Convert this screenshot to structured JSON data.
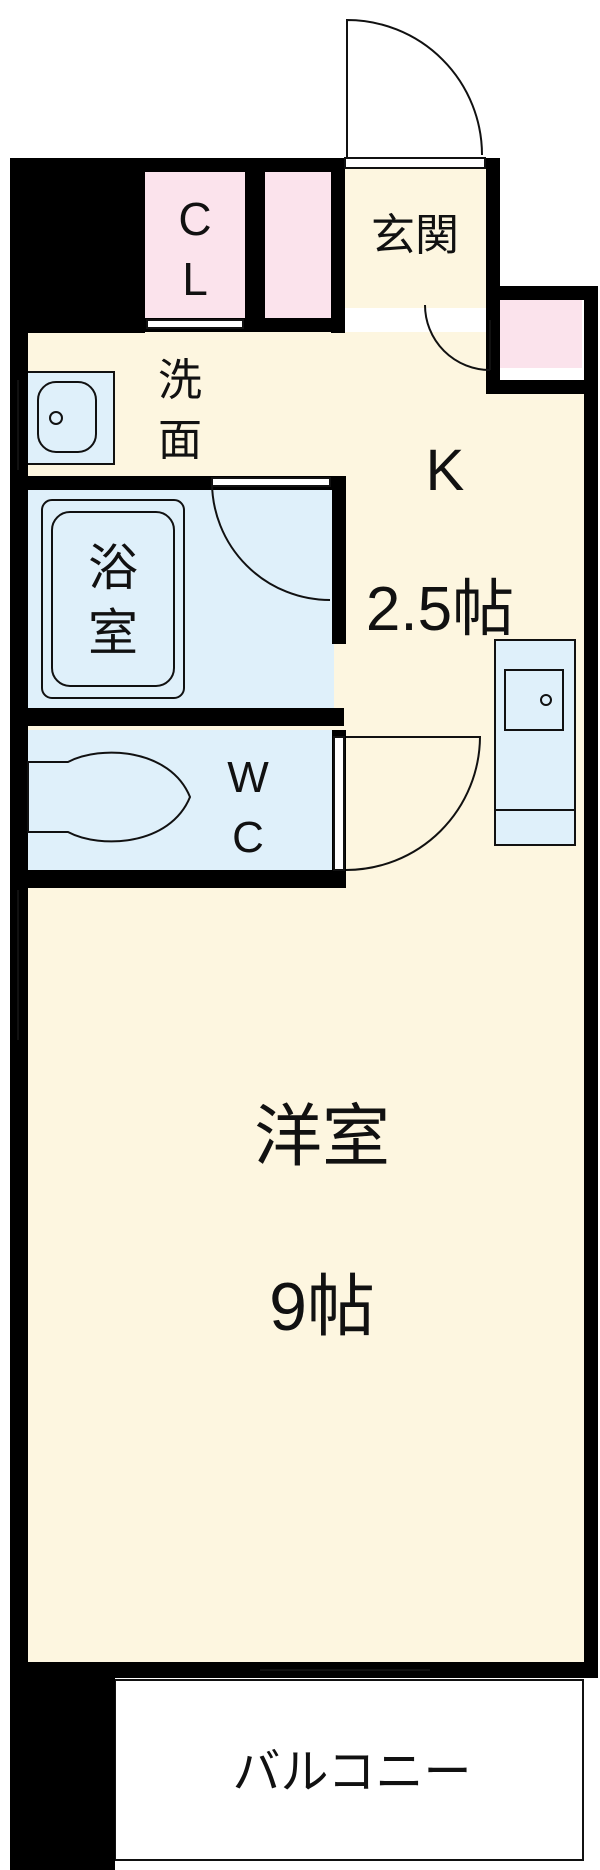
{
  "rooms": {
    "closet_c": "C",
    "closet_l": "L",
    "entrance": "玄関",
    "washroom_1": "洗",
    "washroom_2": "面",
    "kitchen_k": "K",
    "kitchen_size": "2.5帖",
    "bath_1": "浴",
    "bath_2": "室",
    "wc_w": "W",
    "wc_c": "C",
    "western_room": "洋室",
    "western_size": "9帖",
    "balcony": "バルコニー"
  },
  "colors": {
    "floor": "#fdf6e0",
    "wet_area": "#dff0fa",
    "storage": "#fbe3ec",
    "wall": "#000000"
  }
}
